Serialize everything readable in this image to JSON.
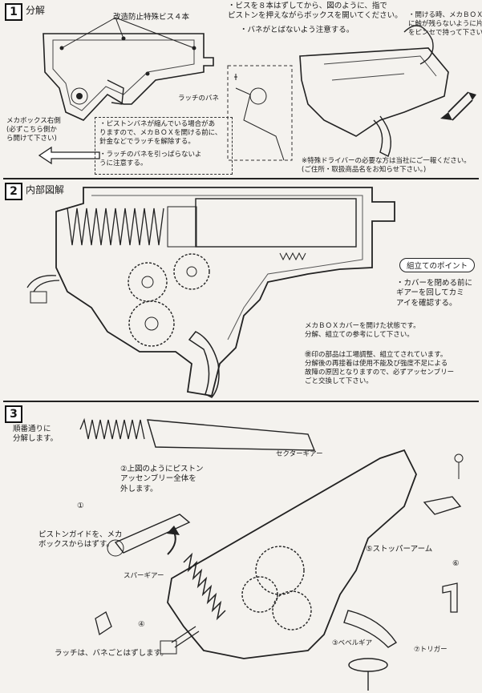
{
  "section1": {
    "number": "1",
    "title": "分解",
    "screw_label": "改造防止特殊ビス４本",
    "note_top": "・ビスを８本はずしてから、図のように、指で\nピストンを押えながらボックスを開いてください。",
    "note_spring": "・バネがとばないよう注意する。",
    "note_open": "・開ける時、メカＢＯＸ(右)\nに触が残らないように片側\nをピンセで持って下さい。",
    "latch_spring": "ラッチのバネ",
    "mechabox_right": "メカボックス右側\n(必ずこちら側か\nら開けて下さい)",
    "caution1": "・ピストンバネが縮んでいる場合があ\nりますので、メカＢＯＸを開ける前に、\n針金などでラッチを解除する。",
    "caution2": "・ラッチのバネを引っぱらないよ\nうに注意する。",
    "special_driver": "※特殊ドライバーの必要な方は当社にご一報ください。\n(ご住所・取扱商品名をお知らせ下さい。)"
  },
  "section2": {
    "number": "2",
    "title": "内部図解",
    "assembly_point": "組立てのポイント",
    "point_text": "・カバーを閉める前に\nギアーを回してカミ\nアイを確認する。",
    "cover_open_note": "メカＢＯＸカバーを開けた状態です。\n分解、組立ての参考にして下さい。",
    "factory_note": "㊝印の部品は工場調整、組立てされています。\n分解後の再接着は使用不能及び強度不足による\n故障の原因となりますので、必ずアッセンブリー\nごと交換して下さい。"
  },
  "section3": {
    "number": "3",
    "order_note": "順番通りに\n分解します。",
    "step2": "②上図のようにピストン\nアッセンブリー全体を\n外します。",
    "sector_gear": "セクターギアー",
    "step1": "①",
    "piston_guide": "ピストンガイドを、メカ\nボックスからはずす。",
    "spur_gear": "スパーギアー",
    "stopper_arm": "⑤ストッパーアーム",
    "step4": "④",
    "step6": "⑥",
    "latch": "ラッチは、バネごとはずします。",
    "bevel_gear": "③ベベルギア",
    "trigger": "⑦トリガー"
  }
}
